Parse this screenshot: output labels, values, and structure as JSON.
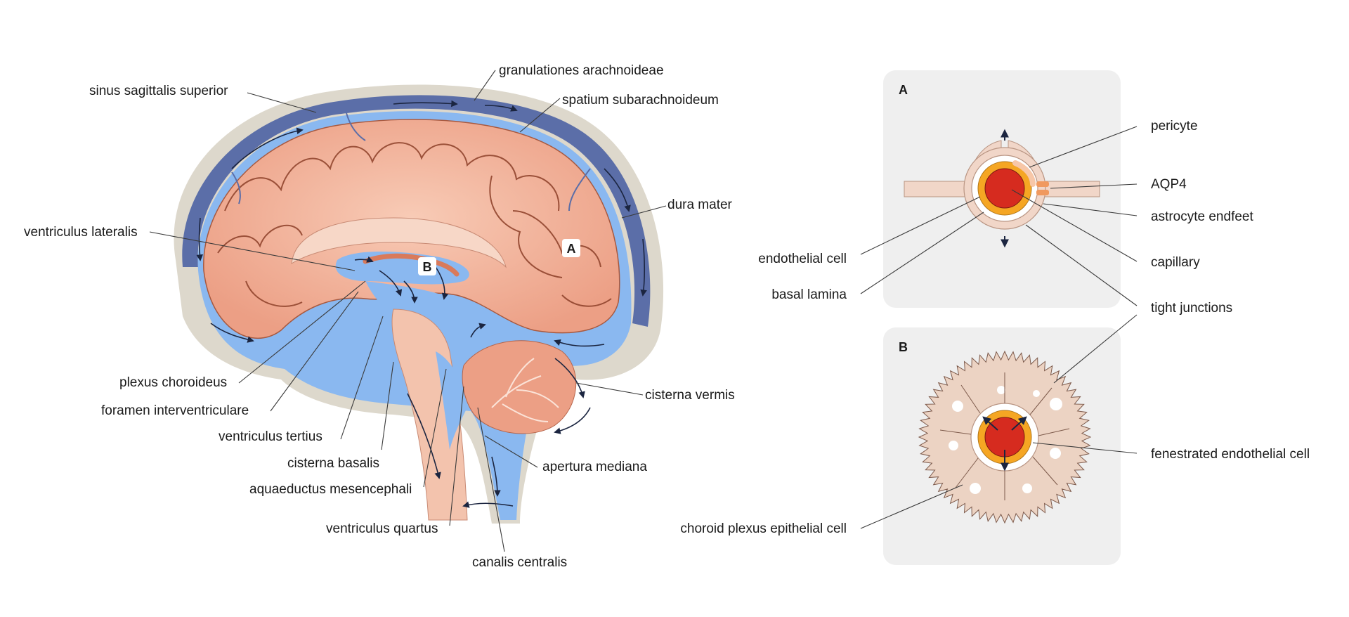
{
  "brain": {
    "marker_a": "A",
    "marker_b": "B",
    "labels": {
      "granulationes": "granulationes arachnoideae",
      "sinus": "sinus sagittalis superior",
      "spatium": "spatium subarachnoideum",
      "dura": "dura mater",
      "ventriculus_lateralis": "ventriculus lateralis",
      "plexus": "plexus choroideus",
      "foramen": "foramen interventriculare",
      "ventriculus_tertius": "ventriculus tertius",
      "cisterna_basalis": "cisterna basalis",
      "aquaeductus": "aquaeductus mesencephali",
      "ventriculus_quartus": "ventriculus quartus",
      "canalis": "canalis centralis",
      "cisterna_vermis": "cisterna vermis",
      "apertura": "apertura mediana"
    }
  },
  "panel_a": {
    "letter": "A",
    "labels": {
      "pericyte": "pericyte",
      "aqp4": "AQP4",
      "astrocyte": "astrocyte endfeet",
      "capillary": "capillary",
      "endothelial": "endothelial cell",
      "basal": "basal lamina"
    }
  },
  "shared": {
    "tight_junctions": "tight junctions"
  },
  "panel_b": {
    "letter": "B",
    "labels": {
      "fenestrated": "fenestrated endothelial cell",
      "choroid": "choroid plexus epithelial cell"
    }
  },
  "colors": {
    "brain_pink": "#f2b49a",
    "csf_blue": "#8ab8f0",
    "dura_navy": "#5b6ea8",
    "skull_beige": "#ddd8cc",
    "capillary_red": "#d62b1f",
    "endothelium_orange": "#f5a623",
    "panel_gray": "#efefef"
  }
}
